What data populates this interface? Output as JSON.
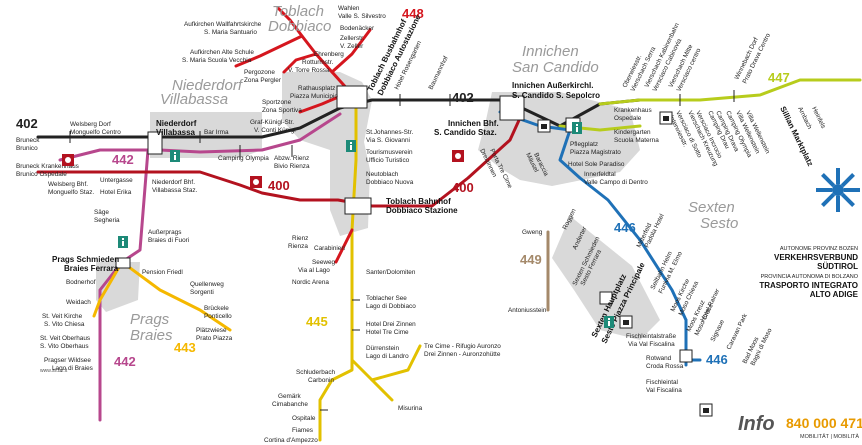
{
  "towns": {
    "toblach": [
      "Toblach",
      "Dobbiaco"
    ],
    "niederdorf": [
      "Niederdorf",
      "Villabassa"
    ],
    "innichen": [
      "Innichen",
      "San Candido"
    ],
    "prags": [
      "Prags",
      "Braies"
    ],
    "sexten": [
      "Sexten",
      "Sesto"
    ]
  },
  "route_numbers": {
    "r448": "448",
    "r402a": "402",
    "r402b": "402",
    "r447": "447",
    "r442a": "442",
    "r442b": "442",
    "r400a": "400",
    "r400b": "400",
    "r446a": "446",
    "r446b": "446",
    "r449": "449",
    "r445": "445",
    "r443": "443"
  },
  "route_colors": {
    "r448": "#d5161e",
    "r402": "#222222",
    "r447": "#b7cc1c",
    "r442": "#b7478d",
    "r400": "#b3121f",
    "r446": "#1f71b7",
    "r449": "#a4896a",
    "r445": "#e2c100",
    "r443": "#f5b800"
  },
  "stops": {
    "wahlen": "Wahlen",
    "valle_s_silvestro": "Valle S. Silvestro",
    "aufkirchen_wall": "Aufkirchen Wallfahrtskirche",
    "s_maria_santuario": "S. Maria Santuario",
    "bodenacker": "Bodenäcker",
    "zellerstr": "Zellerstr.",
    "v_zeller": "V. Zeller",
    "aufkirchen_schule": "Aufkirchen Alte Schule",
    "s_maria_scuola": "S. Maria Scuola Vecchia",
    "ehrenberg": "Ehrenberg",
    "rotturmstr": "Rotturmstr.",
    "v_torre_rossa": "V. Torre Rossa",
    "pergozone": "Pergozone",
    "zona_pergler": "Zona Pergler",
    "rathausplatz": "Rathausplatz",
    "piazza_municipio": "Piazza Municipio",
    "sportzone": "Sportzone",
    "zona_sportiva": "Zona Sportiva",
    "toblach_busbf": "Toblach Busbahnhof",
    "dobbiaco_autostazione": "Dobbiaco Autostazione",
    "hotel_rosengarten": "Hotel Rosengarten",
    "baumannhof": "Baumannhof",
    "innichen_aussen": "Innichen Außerkirchl.",
    "s_candido_sepolcro": "S. Candido S. Sepolcro",
    "oberwiesstr": "Oberwiesstr.",
    "vierschach_serra": "Vierschach Serra",
    "vierschach_kabinenbahn": "Vierschach Kabinenbahn",
    "versciaco_cabinovia": "Versciaco Cabinovia",
    "vierschach_mitte": "Vierschach Mitte",
    "versciaco_centro": "Versciaco centro",
    "winnebach_dorf": "Winnebach Dorf",
    "prato_drava_centro": "Prato Drava Centro",
    "krankenhaus": "Krankenhaus",
    "ospedale": "Ospedale",
    "kindergarten": "Kindergarten",
    "scuola_materna": "Scuola Materna",
    "unterwiesstr": "Unterwiesstr.",
    "versciaco_sotto": "Versciaco di Sotto",
    "vierschach_kreuzung": "Vierschach Kreuzung",
    "versciaco_incrocio": "Versciaco Incrocio",
    "camping_drau": "Camping Drau",
    "camping_drava": "Camping Drava",
    "camping_olympia_v": "Camping Olympia",
    "camping_olympia_d": "Camping Olympia",
    "villa_wellenstein": "Villa Wellenstein",
    "villa_wellenstein2": "Villa Wellenstein",
    "sillian_marktplatz": "Sillian Marktplatz",
    "arnbach": "Arnbach",
    "heinfels": "Heinfels",
    "pflegplatz": "Pflegplatz",
    "piazza_magistrato": "Piazza Magistrato",
    "welsberg_dorf": "Welsberg Dorf",
    "monguelfo_centro": "Monguelfo Centro",
    "bruneck_de": "Bruneck",
    "brunico_it": "Brunico",
    "bruneck_fh": "Bruneck Krankenhaus",
    "brunico_fh": "Brunico Ospedale",
    "welsberg_bhf": "Welsberg Bhf.",
    "monguelfo_staz": "Monguelfo Staz.",
    "niederdorf": "Niederdorf",
    "villabassa": "Villabassa",
    "bar_irma": "Bar Irma",
    "camping_olympia": "Camping Olympia",
    "abzw_rienz": "Abzw. Rienz",
    "bivio_rienza": "Bivio Rienza",
    "graf_kuenigl": "Graf-Künigl-Str.",
    "v_conti_kuenigl": "V. Conti Künigl",
    "st_johannes": "St.Johannes-Str.",
    "v_s_giovanni": "Via S. Giovanni",
    "tourismusverein": "Tourismusverein",
    "ufficio_turistico": "Ufficio Turistico",
    "neutoblach": "Neutoblach",
    "dobbiaco_nuova": "Dobbiaco Nuova",
    "toblach_bhf": "Toblach Bahnhof",
    "dobbiaco_stazione": "Dobbiaco Stazione",
    "innichen_bhf": "Innichen Bhf.",
    "s_candido_staz": "S. Candido Staz.",
    "drei_zinnen": "Dreizinnen",
    "porta_tre_cime": "Porta Tre Cime",
    "meusel": "Mäusel",
    "mausel": "Baraccia",
    "hotel_sole_paradiso": "Hotel Sole Paradiso",
    "innerfeldtal": "Innerfeldtal",
    "valle_campo_dentro": "Valle Campo di Dentro",
    "unterganse": "Untergasse",
    "hotel_erika": "Hotel Erika",
    "niederdorf_bhf": "Niederdorf Bhf.",
    "villabassa_staz": "Villabassa Staz.",
    "saege": "Säge",
    "segheria": "Segheria",
    "ausserprags": "Außerprags",
    "braies_fuori": "Braies di Fuori",
    "prags_schmieden": "Prags Schmieden",
    "braies_ferrara": "Braies Ferrara",
    "pension_friedl": "Pension Friedl",
    "quellenweg": "Quellenweg",
    "sorgenti": "Sorgenti",
    "brueckele": "Brückele",
    "ponticello": "Ponticello",
    "plaetzwiese": "Plätzwiese",
    "prato_piazza": "Prato Piazza",
    "bodnerhof": "Bodnerhof",
    "weidach": "Weidach",
    "st_veit_kirche": "St. Veit Kirche",
    "s_vito_chiesa": "S. Vito Chiesa",
    "st_veit_oberhaus": "St. Veit Oberhaus",
    "s_vito_oberhaus": "S. Vito Oberhaus",
    "pragser_wildsee": "Pragser Wildsee",
    "lago_braies": "Lago di Braies",
    "rienz": "Rienz",
    "rienza": "Rienza",
    "carbinieri": "Carabinieri",
    "seeweg": "Seeweg",
    "via_al_lago": "Via al Lago",
    "nordic_arena": "Nordic Arena",
    "santer": "Santer/Dolomiten",
    "toblacher_see": "Toblacher See",
    "lago_dobbiaco": "Lago di Dobbiaco",
    "hotel_drei_zinnen": "Hotel Drei Zinnen",
    "hotel_tre_cime": "Hotel Tre Cime",
    "duerrenstein": "Dürrenstein",
    "lago_landro": "Lago di Landro",
    "schluderbach": "Schluderbach",
    "carbonin": "Carbonin",
    "tre_cime_rifugio": "Tre Cime - Rifugio Auronzo",
    "drei_zinnen_huette": "Drei Zinnen - Auronzohütte",
    "misurina": "Misurina",
    "gemaerk": "Gemärk",
    "cimabanche": "Cimabanche",
    "ospitale": "Ospitale",
    "fiames": "Fiames",
    "cortina": "Cortina d'Ampezzo",
    "gweng": "Gweng",
    "roggen": "Roggen",
    "antoniusstein": "Antoniusstein",
    "ausserberg": "Anderter",
    "sexten_schmieden": "Sexten Schmieden",
    "sesto_ferrara": "Sesto Ferrara",
    "sexten_hauptplatz": "Sexten Hauptplatz",
    "sesto_piazza": "Sesto Piazza Principale",
    "mitte": "Mitterfeld",
    "padola": "Padola Hotel",
    "seilbahn_helm": "Seilbahn Helm",
    "funivia_m_elmo": "Funivia M. Elmo",
    "moos_kirche": "Moos Kirche",
    "moso_chiesa": "Moso Chiesa",
    "moos_kreuz": "Moos Kreuz",
    "moso_croce": "Moso Croce",
    "hotel_rainer": "Hotel Rainer",
    "signaue": "Signaue",
    "caravan_park": "Caravan Park",
    "fischleintalstr": "Fischleintalstraße",
    "via_val_fiscalina": "Via Val Fiscalina",
    "rotwand": "Rotwand",
    "croda_rossa": "Croda Rossa",
    "fischleintal": "Fischleintal",
    "val_fiscalina": "Val Fiscalina",
    "bad_moos": "Bad Moos",
    "bagni_moso": "Bagni di Moso"
  },
  "logo": {
    "org_de": "AUTONOME PROVINZ BOZEN",
    "org_de2": "VERKEHRSVERBUND",
    "org_de3": "SÜDTIROL",
    "org_it": "PROVINCIA AUTONOMA DI BOLZANO",
    "org_it2": "TRASPORTO INTEGRATO",
    "org_it3": "ALTO ADIGE",
    "info_word": "Info",
    "phone": "840 000 471",
    "tagline": "MOBILITÄT | MOBILITÀ",
    "website": "www.sii.bz.it"
  },
  "icons": [
    "info-icon",
    "train-icon",
    "cable-car-icon",
    "bus-station-icon"
  ]
}
